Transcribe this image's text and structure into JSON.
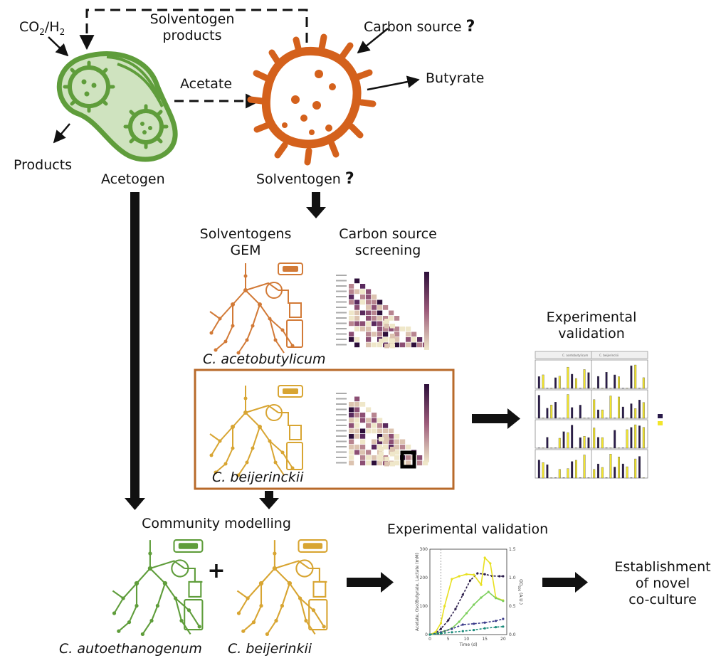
{
  "top": {
    "co2h2": "CO",
    "co2h2_sub1": "2",
    "co2h2_mid": "/H",
    "co2h2_sub2": "2",
    "solventogen_products_1": "Solventogen",
    "solventogen_products_2": "products",
    "carbon_source": "Carbon source",
    "carbon_question": "?",
    "acetate": "Acetate",
    "butyrate": "Butyrate",
    "products": "Products",
    "acetogen": "Acetogen",
    "solventogen": "Solventogen",
    "solventogen_question": "?"
  },
  "middle": {
    "gem_1": "Solventogens",
    "gem_2": "GEM",
    "screen_1": "Carbon source",
    "screen_2": "screening",
    "species_1": "C. acetobutylicum",
    "species_2": "C. beijerinckii",
    "exp_1": "Experimental",
    "exp_2": "validation",
    "exp_panel_1": "C. acetobutylicum",
    "exp_panel_2": "C. beijerinckii"
  },
  "bottom": {
    "community": "Community modelling",
    "plus": "+",
    "species_a": "C. autoethanogenum",
    "species_b": "C. beijerinkii",
    "exp": "Experimental validation",
    "final_1": "Establishment",
    "final_2": "of novel",
    "final_3": "co-culture"
  },
  "chart_data": {
    "type": "line",
    "xlabel": "Time (d)",
    "ylabel": "Acetate, (Iso)Butyrate, Lactate (mM)",
    "y2label": "OD",
    "y2label_sub": "600",
    "y2label_unit": "(A.U.)",
    "xlim": [
      0,
      21
    ],
    "ylim": [
      0,
      300
    ],
    "y2lim": [
      0,
      1.5
    ],
    "xticks": [
      "0",
      "5",
      "10",
      "15",
      "20"
    ],
    "yticks": [
      "0",
      "100",
      "200",
      "300"
    ],
    "y2ticks": [
      "0.0",
      "0.5",
      "1.0",
      "1.5"
    ],
    "vline_x": 3,
    "grid": false,
    "series": [
      {
        "color": "#2a1b4a",
        "dashed": true,
        "x": [
          0,
          1.5,
          3,
          5,
          7,
          9,
          11,
          13,
          15,
          17,
          19,
          20
        ],
        "y": [
          0,
          5,
          20,
          50,
          90,
          140,
          190,
          215,
          212,
          206,
          205,
          205
        ]
      },
      {
        "color": "#e8e020",
        "dashed": false,
        "x": [
          0,
          1.5,
          3,
          4,
          6,
          8,
          10,
          12,
          14,
          15,
          16.5,
          18,
          20
        ],
        "y": [
          0,
          8,
          40,
          100,
          195,
          205,
          212,
          210,
          175,
          270,
          250,
          130,
          120
        ]
      },
      {
        "color": "#7ccf5c",
        "dashed": false,
        "x": [
          0,
          2,
          4,
          6,
          8,
          10,
          12,
          14,
          16,
          18,
          20
        ],
        "y": [
          0,
          5,
          12,
          22,
          45,
          75,
          105,
          130,
          150,
          128,
          118
        ]
      },
      {
        "color": "#3a3a8a",
        "dashed": true,
        "x": [
          0,
          3,
          6,
          9,
          12,
          15,
          18,
          20
        ],
        "y": [
          0,
          8,
          20,
          35,
          38,
          42,
          48,
          55
        ]
      },
      {
        "color": "#1a8a7a",
        "dashed": true,
        "x": [
          0,
          3,
          6,
          9,
          12,
          15,
          18,
          20
        ],
        "y": [
          0,
          4,
          8,
          12,
          16,
          22,
          26,
          28
        ]
      }
    ]
  },
  "colors": {
    "acetogen": "#5f9d3b",
    "acetogen_fill": "#cfe3bf",
    "solventogen": "#d4611c",
    "gem_orange": "#d27a37",
    "gem_yellow": "#d8a532",
    "gem_green": "#5f9d3b",
    "box_border": "#b86a2a",
    "heat_dark": "#2d0f3a",
    "heat_light": "#efe7c9"
  }
}
